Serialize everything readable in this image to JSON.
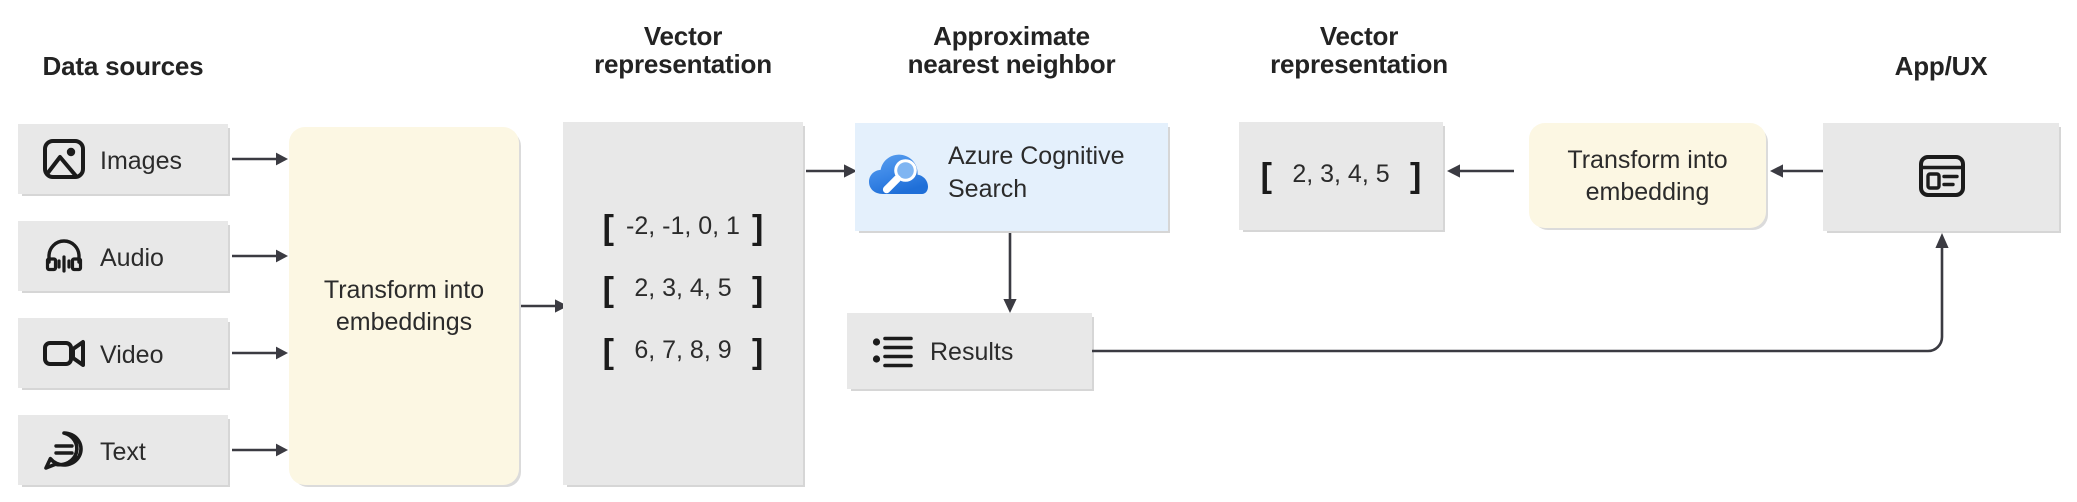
{
  "diagram": {
    "title": "Vector search pipeline with Azure Cognitive Search",
    "colors": {
      "grey_box": "#e8e8e8",
      "yellow_box": "#fcf7e3",
      "blue_box": "#e4f0fc",
      "connector": "#3b3b42",
      "heading_text": "#232323",
      "body_text": "#2b2b2b",
      "azure_blue": "#2f7fe0",
      "azure_blue_light": "#7eb3f0"
    },
    "headings": {
      "data_sources": "Data sources",
      "vector_representation_left": "Vector\nrepresentation",
      "approximate_nearest_neighbor": "Approximate\nnearest neighbor",
      "vector_representation_right": "Vector\nrepresentation",
      "app_ux": "App/UX"
    },
    "data_sources": [
      {
        "label": "Images",
        "icon": "image-icon"
      },
      {
        "label": "Audio",
        "icon": "headphones-audio-icon"
      },
      {
        "label": "Video",
        "icon": "video-camera-icon"
      },
      {
        "label": "Text",
        "icon": "speech-bubble-text-icon"
      }
    ],
    "transform_ingest": {
      "line1": "Transform into",
      "line2": "embeddings"
    },
    "vector_box_left": {
      "rows": [
        {
          "open": "[",
          "values": "-2, -1, 0, 1",
          "close": "]"
        },
        {
          "open": "[",
          "values": "2, 3, 4, 5",
          "close": "]"
        },
        {
          "open": "[",
          "values": "6, 7, 8, 9",
          "close": "]"
        }
      ]
    },
    "search_service": {
      "line1": "Azure Cognitive",
      "line2": "Search",
      "icon": "azure-cognitive-search-cloud-magnifier-icon"
    },
    "results": {
      "label": "Results",
      "icon": "bulleted-list-icon"
    },
    "vector_box_right": {
      "row": {
        "open": "[",
        "values": "2, 3, 4, 5",
        "close": "]"
      }
    },
    "transform_query": {
      "line1": "Transform into",
      "line2": "embedding"
    },
    "app_ux_box": {
      "icon": "app-window-layout-icon"
    }
  }
}
